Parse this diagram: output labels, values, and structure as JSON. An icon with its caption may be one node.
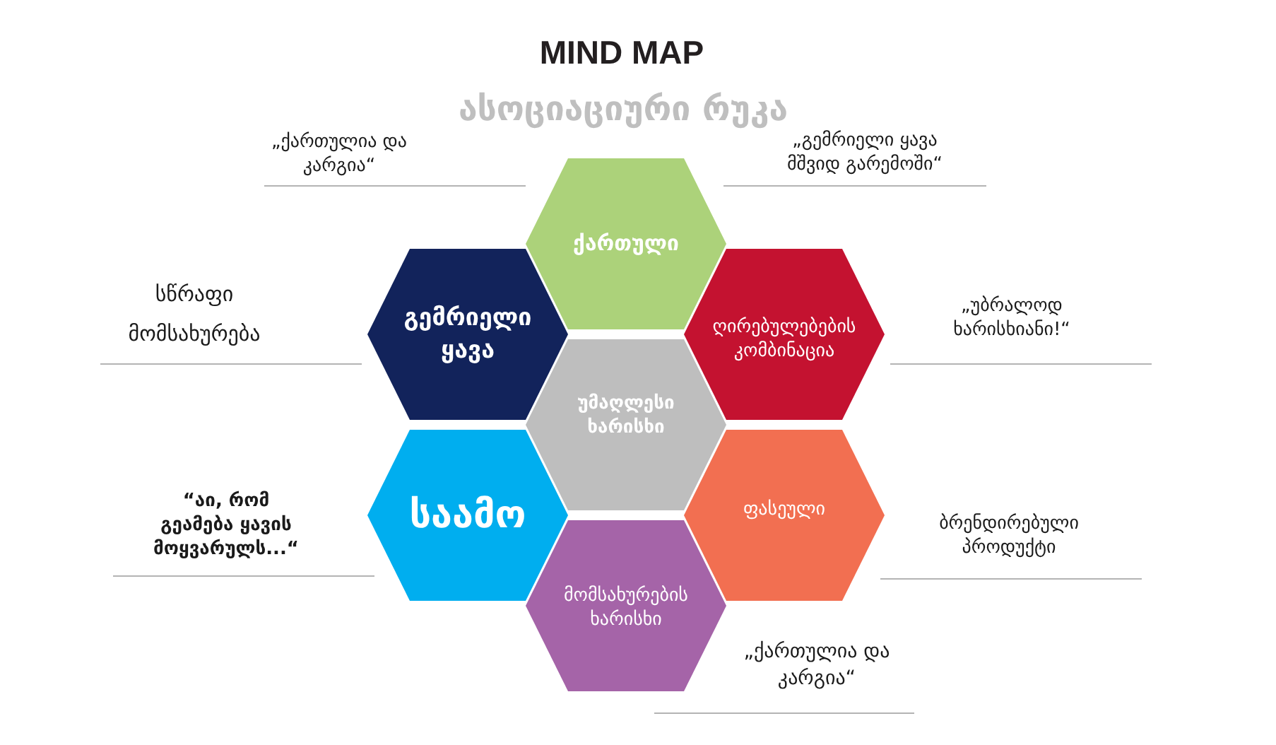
{
  "diagram": {
    "title": "MIND MAP",
    "nodes": [
      {
        "text": [
          "ქართული"
        ]
      },
      {
        "text": [
          "გემრიელი ყავა"
        ]
      },
      {
        "text": [
          "ღირებულებების კომბინაცია"
        ]
      },
      {
        "text": [
          "უმაღლესი ხარისხი"
        ]
      },
      {
        "text": [
          "საამო"
        ]
      },
      {
        "text": [
          "ფასეული"
        ]
      },
      {
        "text": [
          "მომსახურების ხარისხი"
        ]
      }
    ],
    "labels": [
      "ასოციაციური რუკა",
      "„ქართულია და კარგია“",
      "„გემრიელი ყავა მშვიდ გარემოში“",
      "სწრაფი მომსახურება",
      "„უბრალოდ ხარისხიანი!“",
      "“აი, რომ გეამება ყავის მოყვარულს...“",
      "ბრენდირებული პროდუქტი",
      "„ქართულია და კარგია“"
    ]
  }
}
